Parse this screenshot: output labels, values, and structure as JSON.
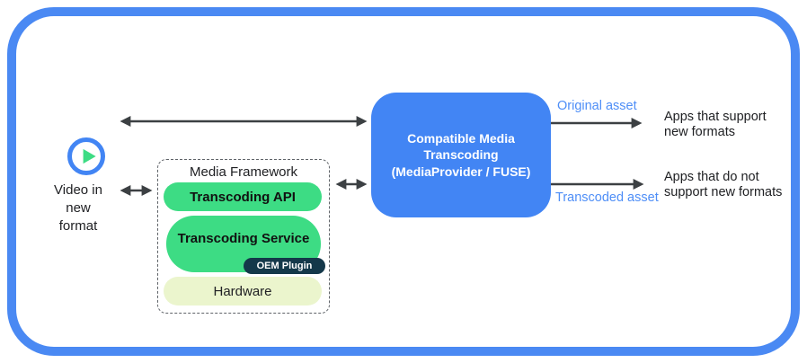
{
  "source": {
    "line1": "Video in",
    "line2": "new",
    "line3": "format"
  },
  "framework": {
    "title": "Media Framework",
    "api_label": "Transcoding API",
    "service_label": "Transcoding Service",
    "oem_label": "OEM Plugin",
    "hardware_label": "Hardware"
  },
  "transcoder": {
    "line1": "Compatible Media",
    "line2": "Transcoding",
    "line3": "(MediaProvider / FUSE)"
  },
  "outputs": {
    "original": {
      "label": "Original asset",
      "target_line1": "Apps that support",
      "target_line2": "new formats"
    },
    "transcoded": {
      "label": "Transcoded asset",
      "target_line1": "Apps that do not",
      "target_line2": "support new formats"
    }
  },
  "icons": {
    "play": "play-triangle"
  },
  "colors": {
    "outer_border_blue": "#4a89f3",
    "box_blue": "#4285f4",
    "asset_label_blue": "#4e8ef7",
    "pill_green": "#3ddc84",
    "oem_dark_navy": "#14384a",
    "hardware_light_green": "#ebf5cd",
    "arrow_gray": "#3c4043",
    "text_dark": "#202124"
  }
}
